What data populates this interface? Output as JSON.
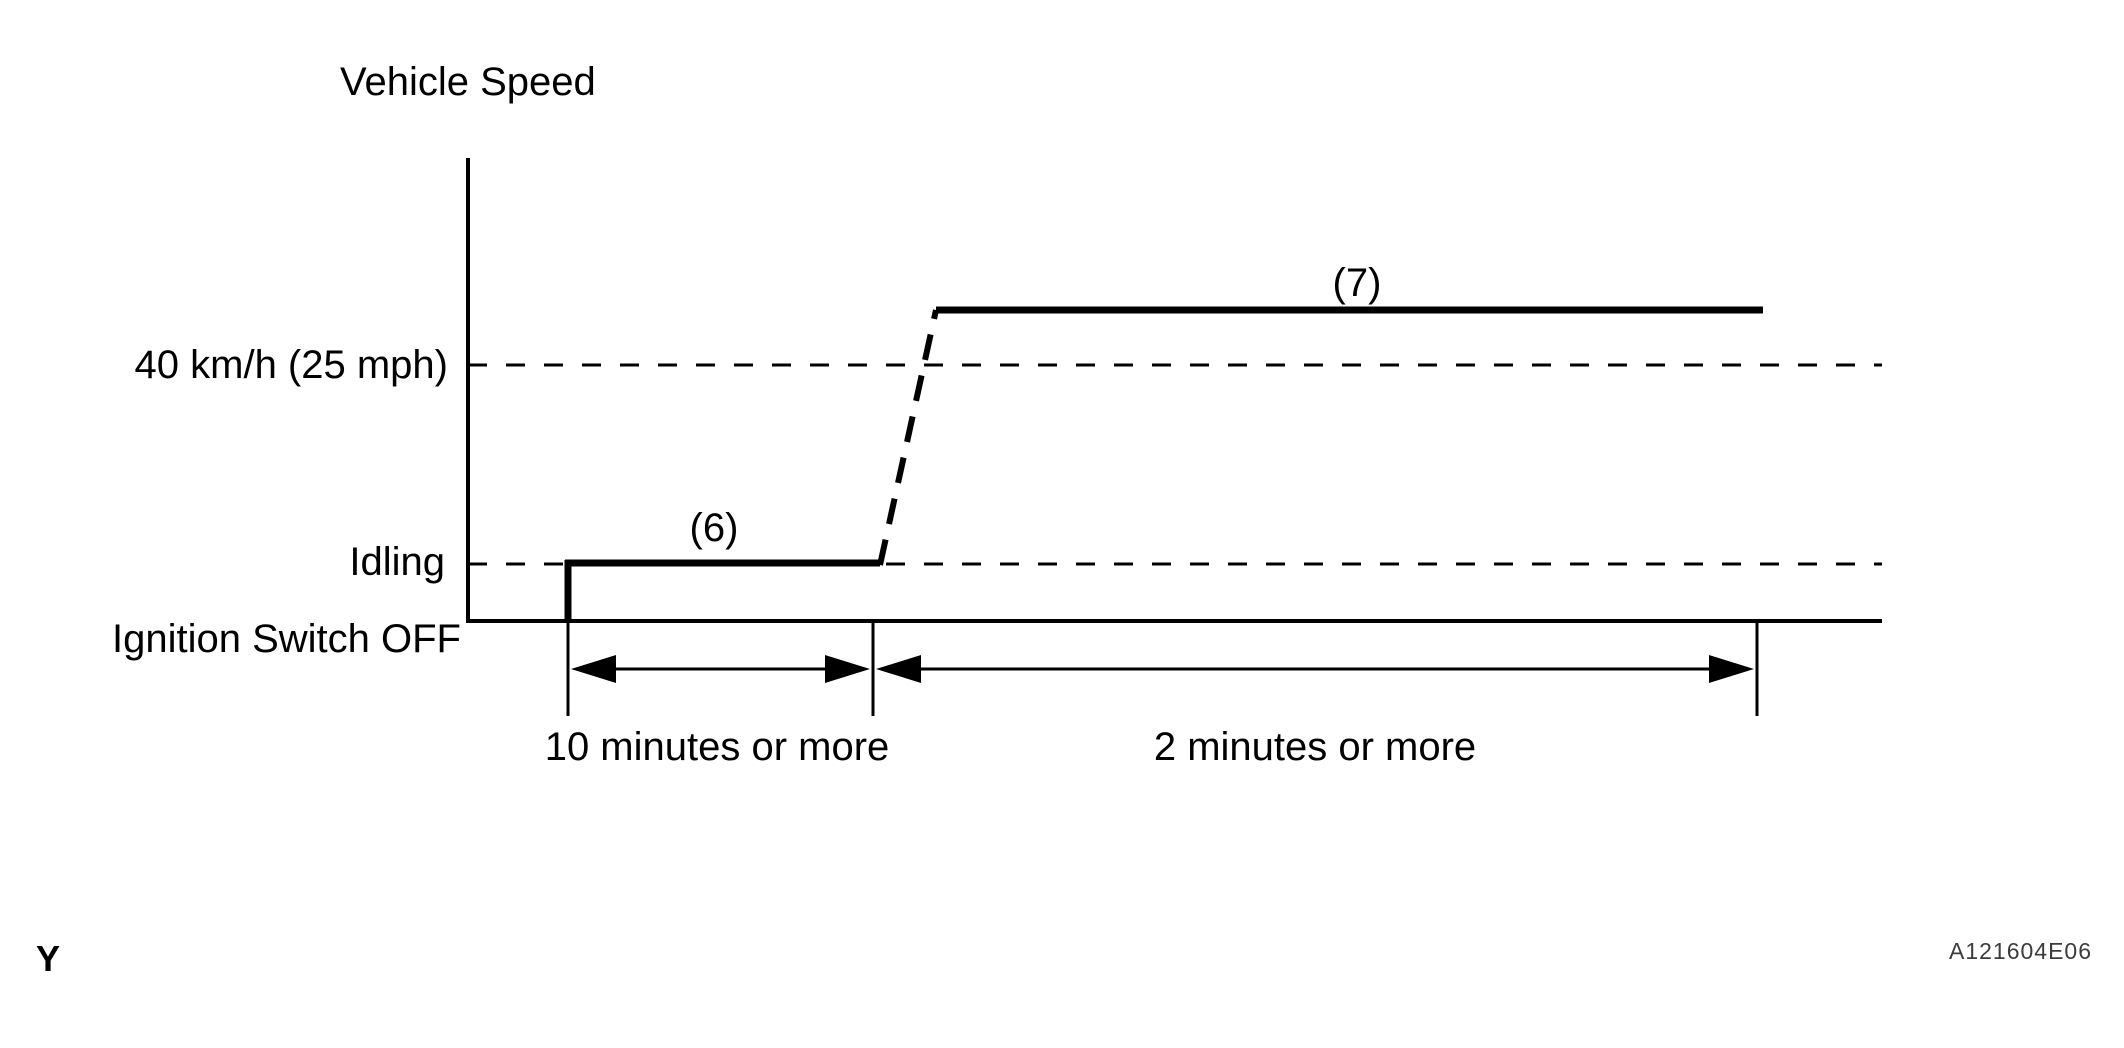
{
  "figure": {
    "title": "Vehicle Speed",
    "axis": {
      "speed_threshold_label": "40 km/h (25 mph)",
      "idling_label": "Idling",
      "ignition_off_label": "Ignition Switch OFF"
    },
    "segments": [
      {
        "label": "(6)",
        "duration_label": "10 minutes or more"
      },
      {
        "label": "(7)",
        "duration_label": "2 minutes or more"
      }
    ],
    "footer": {
      "page_marker": "Y",
      "figure_code": "A121604E06"
    },
    "colors": {
      "ink": "#000000",
      "background": "#ffffff"
    }
  }
}
